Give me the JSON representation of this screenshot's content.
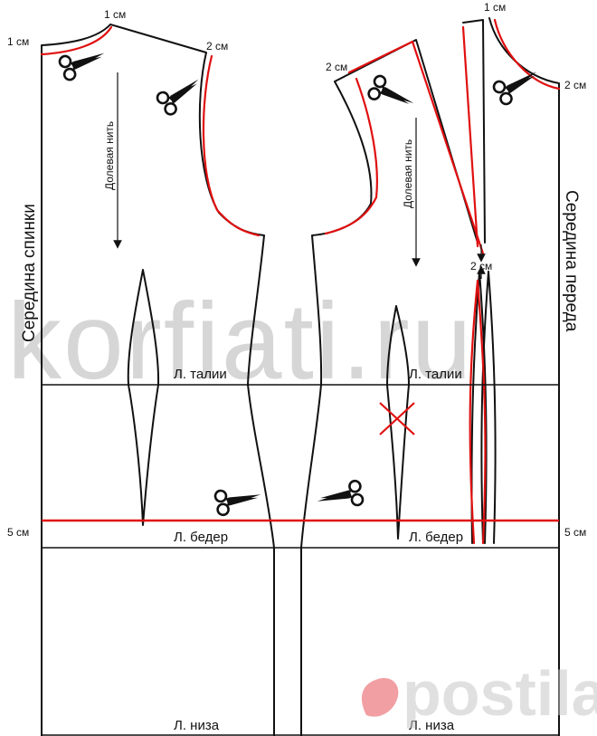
{
  "labels": {
    "back_center": "Середина спинки",
    "front_center": "Середина переда",
    "grain_line": "Долевая нить",
    "waist": "Л. талии",
    "hips": "Л. бедер",
    "hem": "Л. низа",
    "m_1cm": "1 см",
    "m_2cm": "2 см",
    "m_5cm": "5 см"
  },
  "watermark": {
    "site": "korfiati.ru",
    "brand": "postila.ru",
    "brand_color": "#e8525a"
  },
  "icons": {
    "scissors": "scissors-icon",
    "cross": "cross-mark-icon"
  },
  "colors": {
    "outline": "#111111",
    "modification": "#e01010",
    "watermark": "#d6d6d6"
  }
}
